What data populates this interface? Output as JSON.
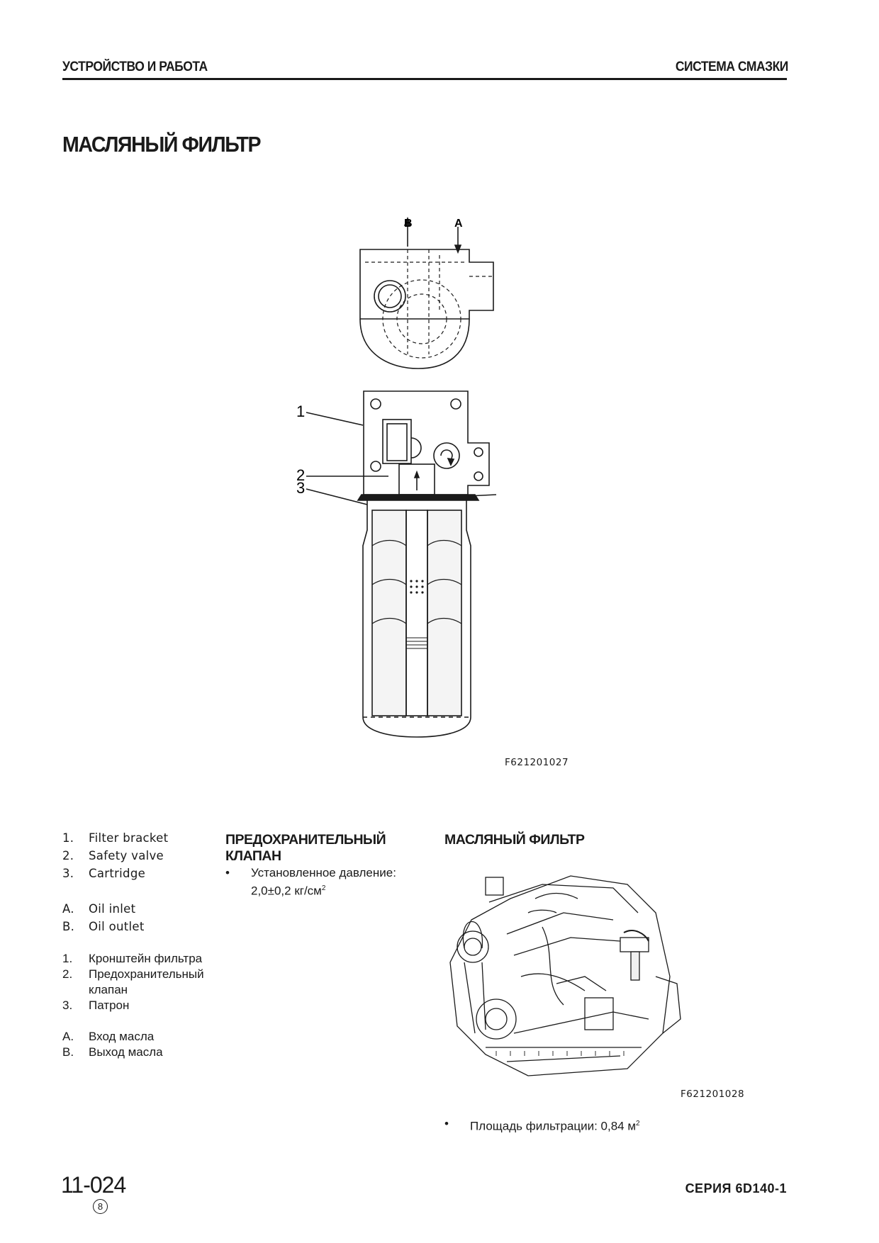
{
  "header": {
    "left": "УСТРОЙСТВО И РАБОТА",
    "right": "СИСТЕМА СМАЗКИ"
  },
  "title": "МАСЛЯНЫЙ ФИЛЬТР",
  "figure1": {
    "code": "F621201027",
    "callouts": [
      "1",
      "2",
      "3"
    ],
    "port_b": "B",
    "port_a": "A"
  },
  "legend_en": [
    {
      "num": "1.",
      "label": "Filter bracket"
    },
    {
      "num": "2.",
      "label": "Safety valve"
    },
    {
      "num": "3.",
      "label": "Cartridge"
    }
  ],
  "legend_en_ports": [
    {
      "num": "A.",
      "label": "Oil inlet"
    },
    {
      "num": "B.",
      "label": "Oil outlet"
    }
  ],
  "legend_ru": [
    {
      "num": "1.",
      "label": "Кронштейн фильтра"
    },
    {
      "num": "2.",
      "label": "Предохранительный клапан"
    },
    {
      "num": "3.",
      "label": "Патрон"
    }
  ],
  "legend_ru_ports": [
    {
      "num": "A.",
      "label": "Вход масла"
    },
    {
      "num": "B.",
      "label": "Выход масла"
    }
  ],
  "safety_valve": {
    "heading": "ПРЕДОХРАНИТЕЛЬНЫЙ КЛАПАН",
    "bullet": "•",
    "text": "Установленное давление: 2,0±0,2 кг/см",
    "sup": "2"
  },
  "oil_filter": {
    "heading": "МАСЛЯНЫЙ ФИЛЬТР",
    "figure_code": "F621201028",
    "bullet": "•",
    "text": "Площадь фильтрации: 0,84 м",
    "sup": "2"
  },
  "footer": {
    "page": "11-024",
    "revision": "8",
    "series": "СЕРИЯ 6D140-1"
  }
}
